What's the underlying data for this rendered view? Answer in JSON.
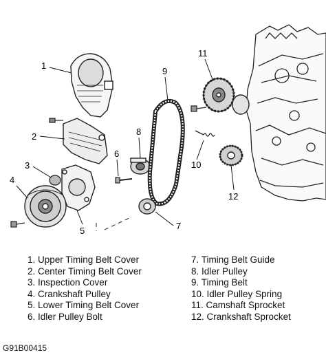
{
  "callouts": {
    "c1": "1",
    "c2": "2",
    "c3": "3",
    "c4": "4",
    "c5": "5",
    "c6": "6",
    "c7": "7",
    "c8": "8",
    "c9": "9",
    "c10": "10",
    "c11": "11",
    "c12": "12"
  },
  "legend": {
    "left": [
      "1. Upper Timing Belt Cover",
      "2. Center Timing Belt Cover",
      "3. Inspection Cover",
      "4. Crankshaft Pulley",
      "5. Lower Timing Belt Cover",
      "6. Idler Pulley Bolt"
    ],
    "right": [
      "7. Timing Belt Guide",
      "8. Idler Pulley",
      "9. Timing Belt",
      "10. Idler Pulley Spring",
      "11. Camshaft Sprocket",
      "12. Crankshaft Sprocket"
    ]
  },
  "figure_code": "G91B00415"
}
